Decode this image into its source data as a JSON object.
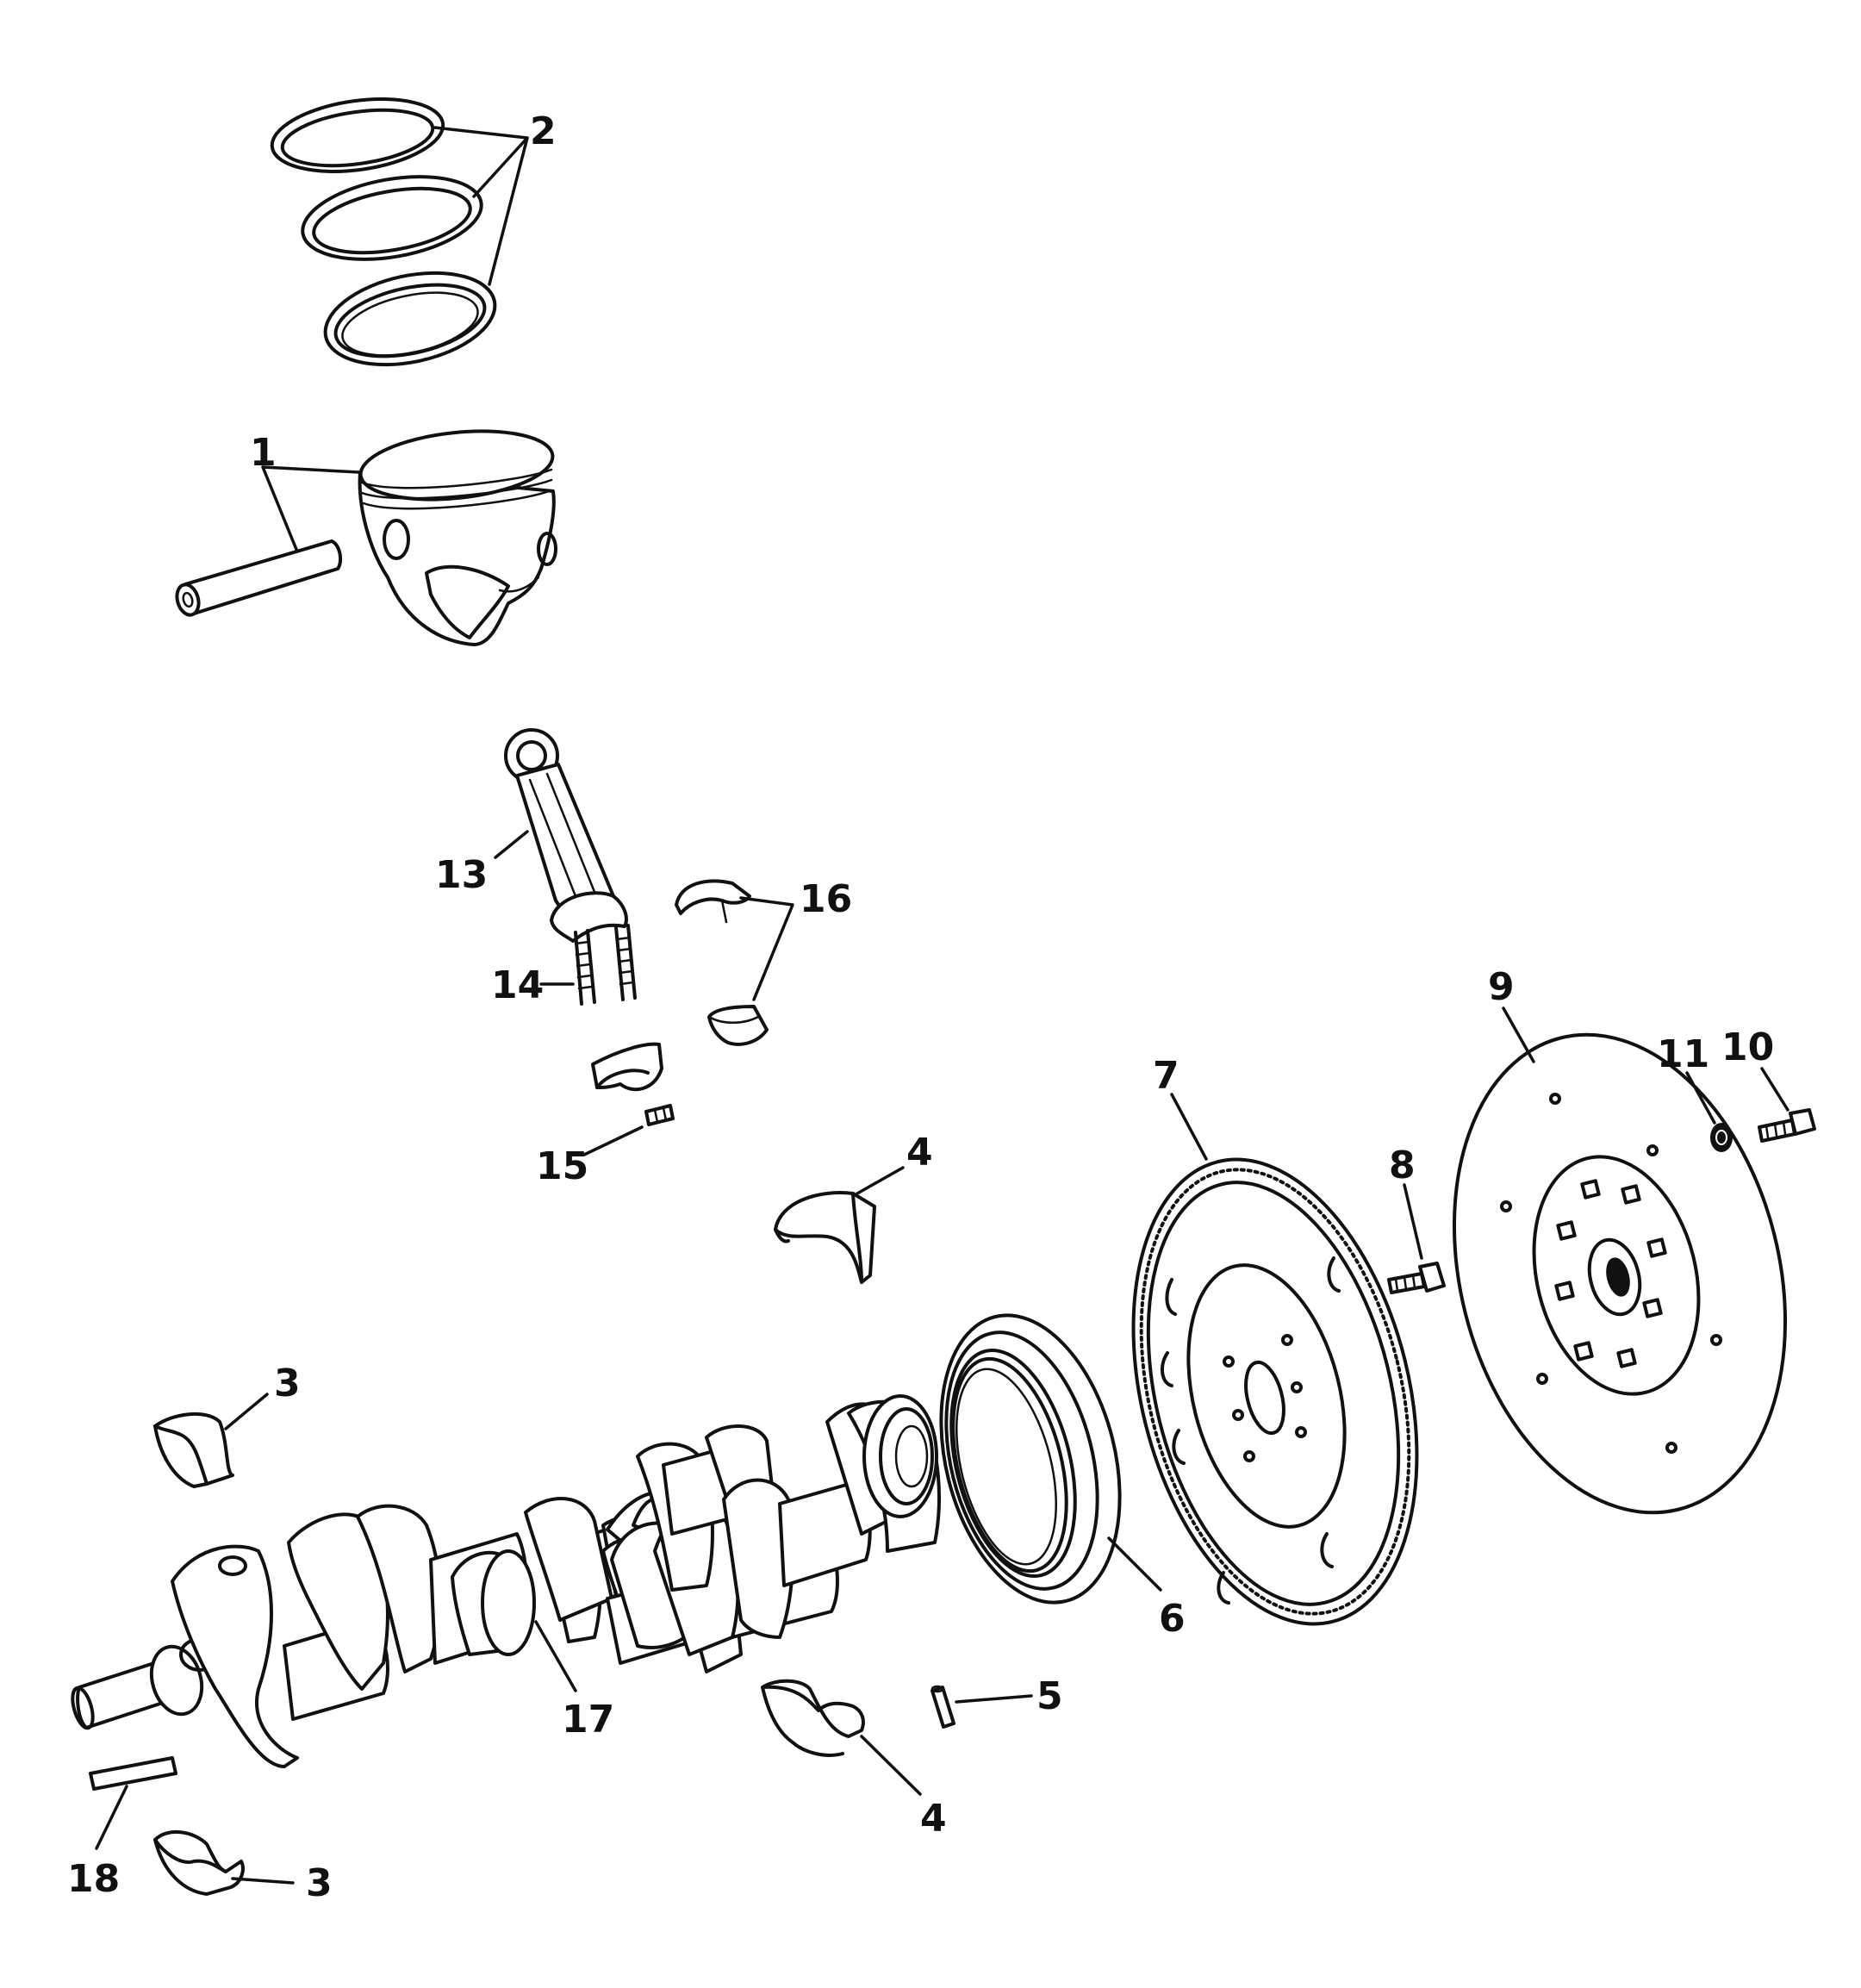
{
  "callouts": {
    "c1": "1",
    "c2": "2",
    "c3a": "3",
    "c3b": "3",
    "c4a": "4",
    "c4b": "4",
    "c5": "5",
    "c6": "6",
    "c7": "7",
    "c8": "8",
    "c9": "9",
    "c10": "10",
    "c11": "11",
    "c13": "13",
    "c14": "14",
    "c15": "15",
    "c16": "16",
    "c17": "17",
    "c18": "18"
  },
  "colors": {
    "ink": "#111111",
    "paper": "#ffffff"
  }
}
